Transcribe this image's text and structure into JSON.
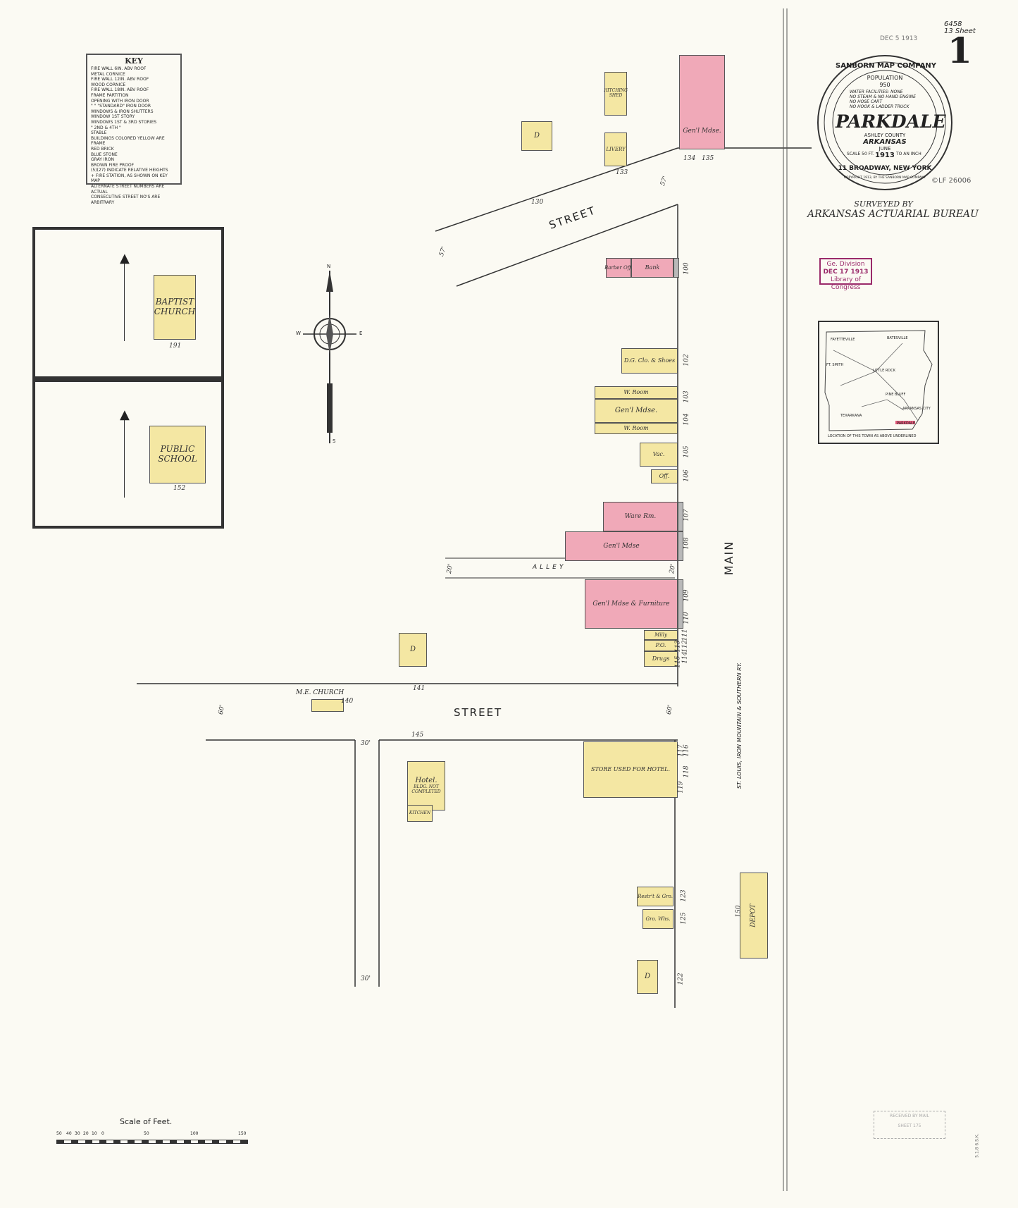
{
  "sheet": {
    "number": "1",
    "corner_note_1": "6458",
    "corner_note_2": "13 Sheet"
  },
  "stamp_top": {
    "date": "DEC 5 1913"
  },
  "seal": {
    "company": "SANBORN MAP COMPANY",
    "population_label": "POPULATION",
    "population": "950",
    "facilities": [
      "WATER FACILITIES: NONE",
      "NO STEAM & NO HAND ENGINE",
      "NO HOSE CART",
      "NO HOOK & LADDER TRUCK"
    ],
    "town": "PARKDALE",
    "county": "ASHLEY COUNTY",
    "state": "ARKANSAS",
    "month": "JUNE",
    "year": "1913",
    "scale_left": "SCALE 50 FT.",
    "scale_right": "TO AN INCH",
    "address": "11 BROADWAY, NEW YORK",
    "copyright": "COPYRIGHT 1913, BY THE SANBORN MAP COMPANY"
  },
  "copyright_reg": "©LF 26006",
  "surveyed": {
    "line1": "SURVEYED BY",
    "line2": "ARKANSAS ACTUARIAL BUREAU"
  },
  "library_stamp": {
    "line1": "Ge. Division",
    "line2": "DEC 17 1913",
    "line3": "Library of Congress"
  },
  "locmap": {
    "cities": [
      "FAYETTEVILLE",
      "BATESVILLE",
      "FT. SMITH",
      "LITTLE ROCK",
      "PINE BLUFF",
      "ARKANSAS CITY",
      "TEXARKANA",
      "PARKDALE"
    ],
    "caption": "LOCATION OF THIS TOWN AS ABOVE UNDERLINED"
  },
  "key": {
    "title": "KEY",
    "rows": [
      "FIRE WALL 6IN. ABV ROOF",
      "METAL CORNICE",
      "FIRE WALL 12IN. ABV ROOF",
      "WOOD CORNICE",
      "FIRE WALL 18IN. ABV ROOF",
      "FRAME PARTITION",
      "OPENING WITH IRON DOOR",
      "\" \" \"STANDARD\" IRON DOOR",
      "WINDOWS & IRON SHUTTERS",
      "WINDOW 1ST STORY",
      "WINDOWS 1ST & 3RD STORIES",
      "\" 2ND & 4TH \"",
      "STABLE",
      "BUILDINGS COLORED YELLOW ARE FRAME",
      "RED BRICK",
      "BLUE STONE",
      "GRAY IRON",
      "BROWN FIRE PROOF",
      "(5)(27) INDICATE RELATIVE HEIGHTS",
      "+ FIRE STATION, AS SHOWN ON KEY MAP",
      "ALTERNATE STREET NUMBERS ARE ACTUAL",
      "CONSECUTIVE STREET NO'S ARE ARBITRARY"
    ]
  },
  "compass": {
    "n": "N",
    "s": "S",
    "e": "E",
    "w": "W"
  },
  "insets": [
    {
      "name": "BAPTIST CHURCH",
      "line1": "BAPTIST",
      "line2": "CHURCH",
      "num": "191"
    },
    {
      "name": "PUBLIC SCHOOL",
      "line1": "PUBLIC",
      "line2": "SCHOOL",
      "num": "152"
    }
  ],
  "streets": {
    "street_upper": "STREET",
    "street_lower": "STREET",
    "main": "MAIN",
    "railroad": "ST. LOUIS, IRON MOUNTAIN & SOUTHERN RY.",
    "alley": "ALLEY",
    "widths": {
      "w57a": "57'",
      "w57b": "57'",
      "w20a": "20'",
      "w20b": "20'",
      "w60a": "60'",
      "w60b": "60'",
      "w30a": "30'",
      "w30b": "30'"
    }
  },
  "buildings": {
    "hitching_shed": "HITCHING SHED",
    "d1": "D",
    "livery": "LIVERY",
    "genl_mdse_top": "Gen'l Mdse.",
    "barber_off": "Barber",
    "barber_off2": "Off.",
    "bank": "Bank",
    "dg_clo": "D.G. Clo. & Shoes",
    "genl_mdse_2": "Gen'l Mdse.",
    "w_room_1": "W. Room",
    "w_room_2": "W. Room",
    "vac": "Vac.",
    "off": "Off.",
    "ware_rm": "Ware Rm.",
    "genl_mdse_3": "Gen'l Mdse",
    "genl_mdse_furn": "Gen'l Mdse & Furniture",
    "milly": "Milly",
    "po": "P.O.",
    "drugs": "Drugs",
    "d2": "D",
    "me_church": "M.E. CHURCH",
    "hotel": "Hotel.",
    "hotel_note": "BLDG. NOT COMPLETED",
    "kitchen": "KITCHEN",
    "store_hotel": "STORE USED FOR HOTEL.",
    "restrt": "Restr't & Gro.",
    "gro_whs": "Gro. Whs.",
    "d3": "D",
    "depot": "DEPOT"
  },
  "addresses": {
    "a130": "130",
    "a133": "133",
    "a134": "134",
    "a135": "135",
    "a100": "100",
    "a102": "102",
    "a103": "103",
    "a104": "104",
    "a105": "105",
    "a106": "106",
    "a107": "107",
    "a108": "108",
    "a109": "109",
    "a110": "110",
    "a111": "111",
    "a112": "112",
    "a113": "113",
    "a114": "114",
    "a115": "115",
    "a141": "141",
    "a140": "140",
    "a145": "145",
    "a116": "116",
    "a117": "117",
    "a118": "118",
    "a119": "119",
    "a123": "123",
    "a125": "125",
    "a122": "122",
    "a150": "150"
  },
  "scale": {
    "title": "Scale of Feet.",
    "ticks": [
      "50",
      "40",
      "30",
      "20",
      "10",
      "0",
      "50",
      "100",
      "150"
    ]
  },
  "bottom_stamp": {
    "line1": "RECEIVED BY MAIL",
    "line2": "SHEET 175"
  },
  "bottom_note": "5.1.8 6.S.K.",
  "colors": {
    "frame": "#f4e7a3",
    "brick": "#f0a9b8",
    "iron": "#b9b9b9",
    "stamp": "#9a2a6a"
  }
}
